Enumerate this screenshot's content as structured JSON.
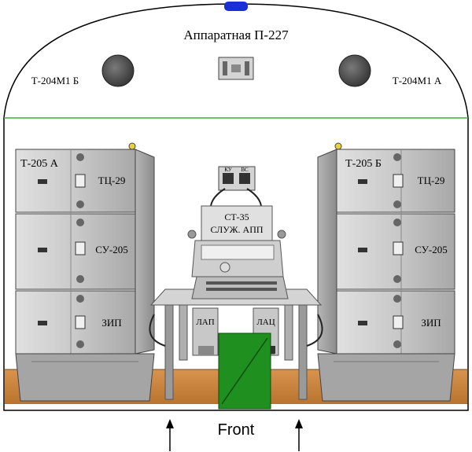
{
  "title": "Аппаратная П-227",
  "top_left_label": "Т-204М1 Б",
  "top_right_label": "Т-204М1 А",
  "left_rack": {
    "label": "Т-205 А",
    "units": [
      "ТЦ-29",
      "СУ-205",
      "ЗИП"
    ]
  },
  "right_rack": {
    "label": "Т-205 Б",
    "units": [
      "ТЦ-29",
      "СУ-205",
      "ЗИП"
    ]
  },
  "panel_labels": [
    "КУ",
    "ВС"
  ],
  "terminal": {
    "line1": "СТ-35",
    "line2": "СЛУЖ. АПП"
  },
  "drawer_labels": [
    "ЛАП",
    "ЛАЦ"
  ],
  "front_label": "Front",
  "colors": {
    "outline": "#000000",
    "ceiling_accent": "#1a2fd6",
    "wall_line": "#3fae3f",
    "floor": "#c9833d",
    "cabinet": "#c8c8c8",
    "cabinet_dark": "#9a9a9a",
    "table": "#d0d0d0",
    "chair": "#1f8f1f"
  }
}
